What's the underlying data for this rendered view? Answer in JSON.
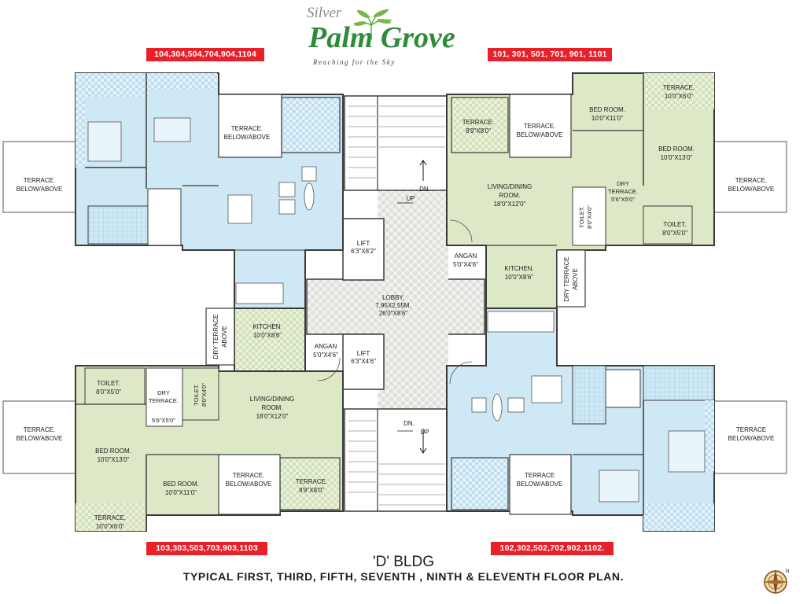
{
  "logo": {
    "word1": "Silver",
    "word2": "Palm Grove",
    "tagline": "Reaching for the Sky"
  },
  "units": {
    "top_left": "104,304,504,704,904,1104",
    "top_right": "101, 301, 501, 701, 901, 1101",
    "bottom_left": "103,303,503,703,903,1103",
    "bottom_right": "102,302,502,702,902,1102."
  },
  "building": {
    "name": "'D' BLDG",
    "caption": "TYPICAL FIRST, THIRD, FIFTH, SEVENTH , NINTH & ELEVENTH FLOOR PLAN."
  },
  "core": {
    "lobby": [
      "LOBBY.",
      "7.95X2.55M.",
      "26'0\"X8'6\""
    ],
    "lift_top": [
      "LIFT",
      "6'3\"X8'2\""
    ],
    "lift_bottom": [
      "LIFT",
      "6'3\"X4'6\""
    ],
    "dn": "DN.",
    "up": "UP"
  },
  "rooms": {
    "terrace_ba": [
      "TERRACE.",
      "BELOW/ABOVE"
    ],
    "terrace_ba_nodot": [
      "TERRACE",
      "BELOW/ABOVE"
    ],
    "terrace_ba_bottom_right": [
      "TERRACE",
      "BELOW/ABOVE"
    ],
    "terrace_small": [
      "TERRACE.",
      "8'9\"X8'0\""
    ],
    "terrace_small2": [
      "TERRACE.",
      "8'9\"X8'0\""
    ],
    "terrace_10x6": [
      "TERRACE.",
      "10'0\"X6'0\""
    ],
    "terrace_10x6_b": [
      "TERRACE.",
      "10'0\"X6'0\""
    ],
    "bed_11": [
      "BED ROOM.",
      "10'0\"X11'0\""
    ],
    "bed_13": [
      "BED ROOM.",
      "10'0\"X13'0\""
    ],
    "bed_11_b": [
      "BED ROOM.",
      "10'0\"X11'0\""
    ],
    "bed_13_b": [
      "BED ROOM.",
      "10'0\"X13'0\""
    ],
    "living": [
      "LIVING/DINING",
      "ROOM.",
      "18'0\"X12'0\""
    ],
    "living_b": [
      "LIVING/DINING",
      "ROOM.",
      "18'0\"X12'0\""
    ],
    "kitchen": [
      "KITCHEN.",
      "10'0\"X8'6\""
    ],
    "kitchen_b": [
      "KITCHEN.",
      "10'0\"X8'6\""
    ],
    "angan": [
      "ANGAN",
      "5'0\"X4'6\""
    ],
    "angan_b": [
      "ANGAN",
      "5'0\"X4'6\""
    ],
    "toilet_85": [
      "TOILET.",
      "8'0\"X5'0\""
    ],
    "toilet_85_b": [
      "TOILET.",
      "8'0\"X5'0\""
    ],
    "toilet_84": [
      "TOILET.",
      "8'0\"X4'0\""
    ],
    "toilet_84_b": [
      "TOILET.",
      "8'0\"X4'0\""
    ],
    "dry_terrace": [
      "DRY",
      "TERRACE.",
      "5'6\"X5'0\""
    ],
    "dry_terrace_b": [
      "DRY",
      "TERRACE.",
      "5'6\"X5'0\""
    ],
    "dry_terrace_above": [
      "DRY TERRACE",
      "ABOVE"
    ],
    "dry_terrace_above_b": [
      "DRY TERRACE",
      "ABOVE"
    ]
  },
  "colors": {
    "blue": "#cfe8f6",
    "green": "#dde9c6",
    "wall": "#3a3a3a",
    "badge": "#e8202a",
    "logo_green": "#2f8a3a"
  }
}
